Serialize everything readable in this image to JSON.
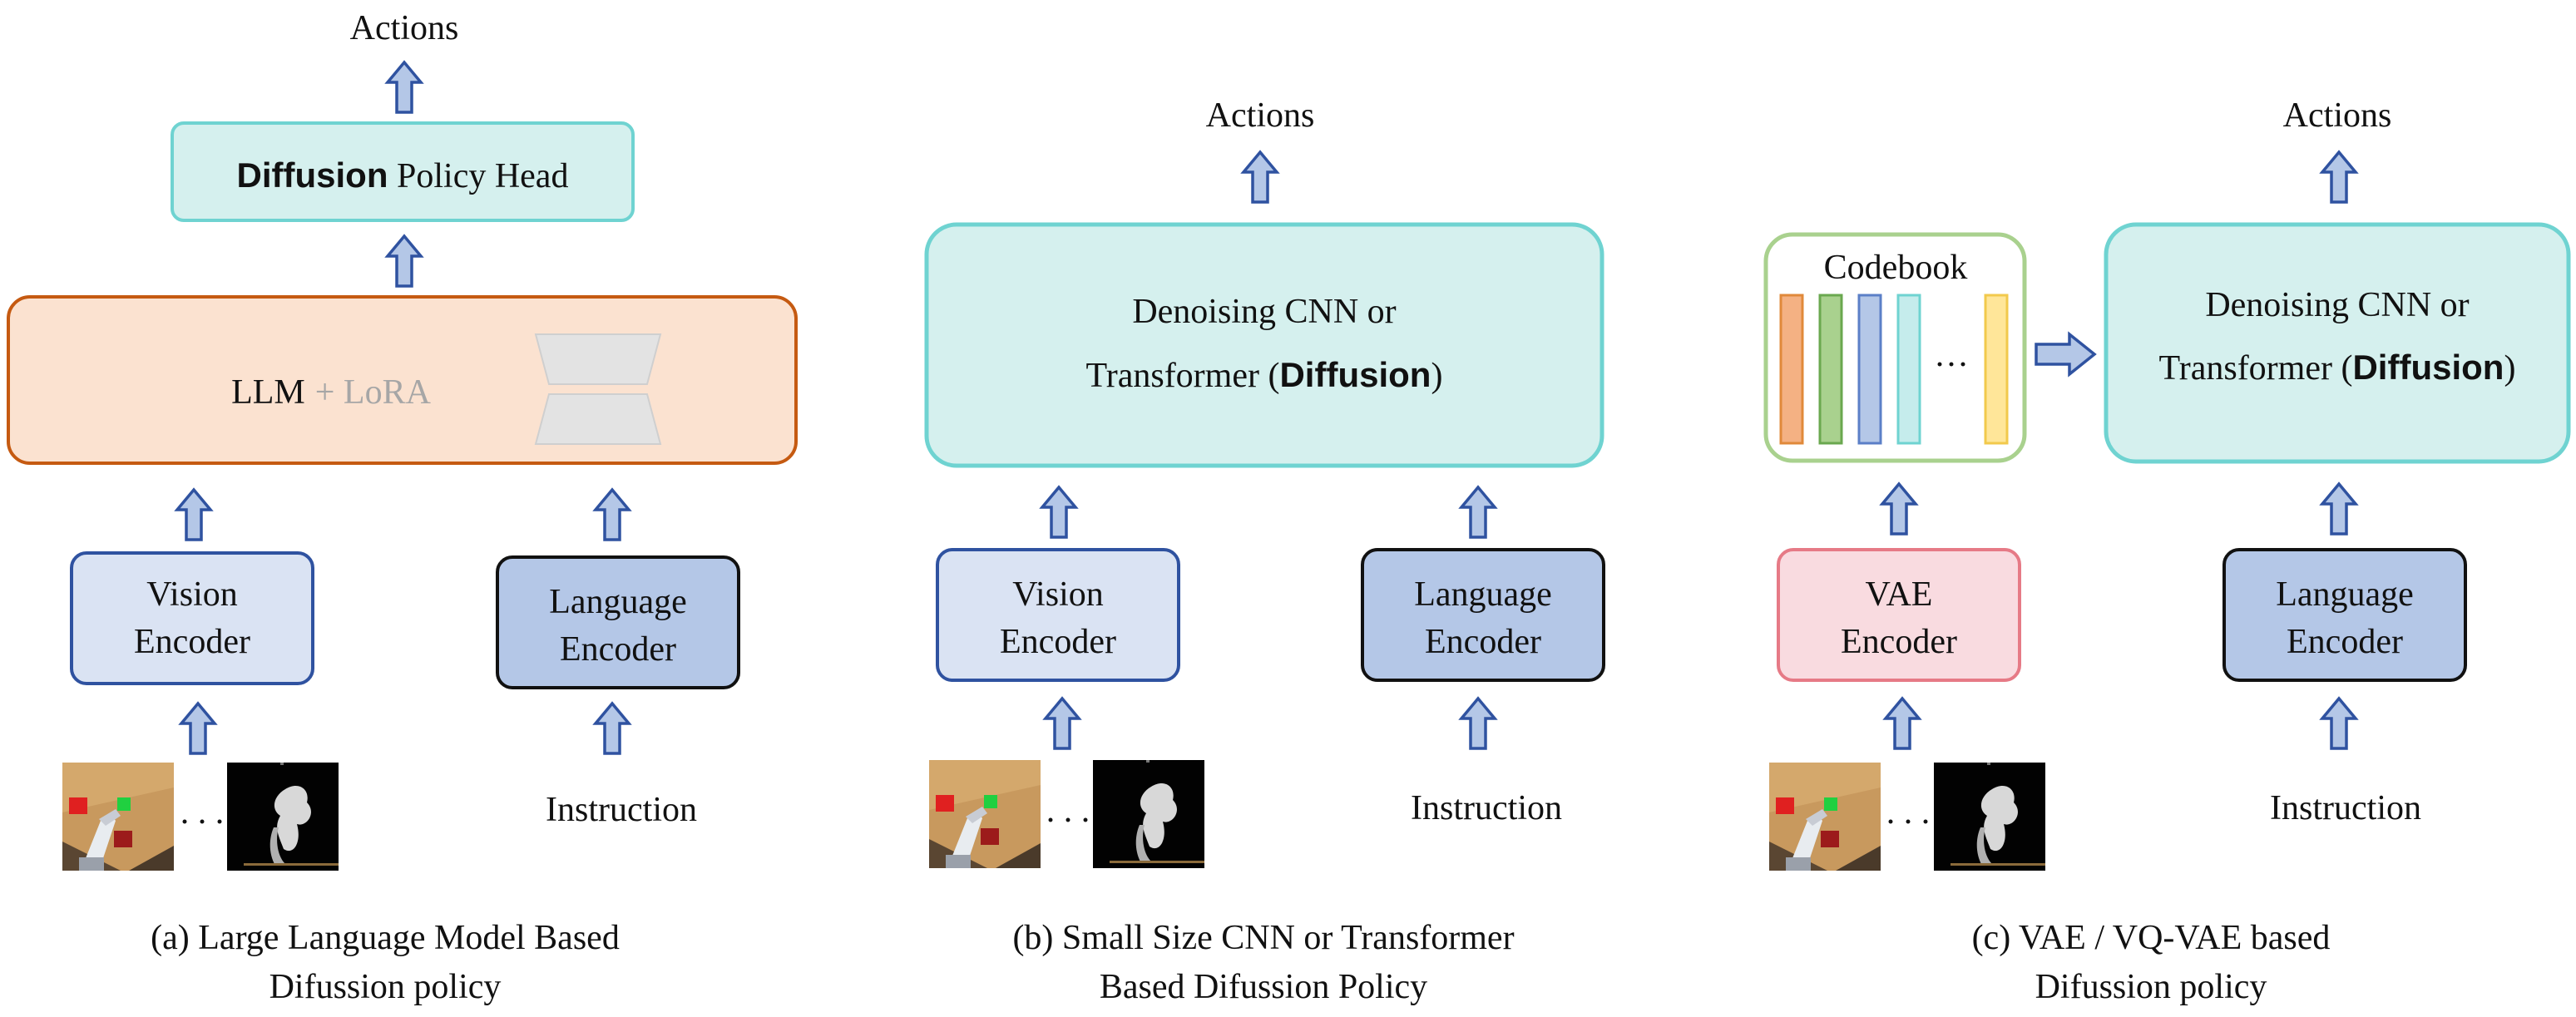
{
  "panel_a": {
    "actions_label": "Actions",
    "head_bold": "Diffusion",
    "head_rest": " Policy Head",
    "llm_label": "LLM",
    "lora_label": "+ LoRA",
    "vision_line1": "Vision",
    "vision_line2": "Encoder",
    "language_line1": "Language",
    "language_line2": "Encoder",
    "ellipsis": ". . .",
    "instruction": "Instruction",
    "caption_line1": "(a) Large Language Model Based",
    "caption_line2": "Difussion policy"
  },
  "panel_b": {
    "actions_label": "Actions",
    "main_line1": "Denoising CNN or",
    "main_line2_pre": "Transformer (",
    "main_line2_bold": "Diffusion",
    "main_line2_post": ")",
    "vision_line1": "Vision",
    "vision_line2": "Encoder",
    "language_line1": "Language",
    "language_line2": "Encoder",
    "ellipsis": ". . .",
    "instruction": "Instruction",
    "caption_line1": "(b) Small Size CNN or Transformer",
    "caption_line2": "Based Difussion Policy"
  },
  "panel_c": {
    "actions_label": "Actions",
    "codebook_label": "Codebook",
    "codebook_dots": "···",
    "main_line1": "Denoising CNN or",
    "main_line2_pre": "Transformer (",
    "main_line2_bold": "Diffusion",
    "main_line2_post": ")",
    "vae_line1": "VAE",
    "vae_line2": "Encoder",
    "language_line1": "Language",
    "language_line2": "Encoder",
    "ellipsis": ". . .",
    "instruction": "Instruction",
    "caption_line1": "(c)  VAE / VQ-VAE based",
    "caption_line2": "Difussion policy"
  },
  "colors": {
    "diffusion_fill": "#d5f0ee",
    "diffusion_stroke": "#6fd3d1",
    "llm_fill": "#fbe2d0",
    "llm_stroke": "#c55a11",
    "vision_fill": "#dae3f3",
    "vision_stroke": "#2f52a0",
    "language_fill": "#b4c7e7",
    "language_stroke": "#111111",
    "vae_fill": "#f9dbe0",
    "vae_stroke": "#e67a86",
    "codebook_stroke": "#a9d18e",
    "arrow_fill": "#b4c7e7",
    "arrow_stroke": "#2f52a0",
    "codebook_bars": [
      "#f4b183",
      "#a9d18e",
      "#b4c7e7",
      "#c5ecec",
      "#ffe699"
    ],
    "codebook_bar_strokes": [
      "#e0893a",
      "#6aa84f",
      "#5b7fc7",
      "#6fd3d1",
      "#f2c94c"
    ]
  },
  "icons": {
    "up_arrow": "block-up-arrow-icon",
    "right_arrow": "block-right-arrow-icon",
    "lora_adapter": "lora-trapezoid-icon",
    "robot_scene": "robot-arm-scene-image",
    "robot_mask": "robot-arm-mask-image"
  }
}
